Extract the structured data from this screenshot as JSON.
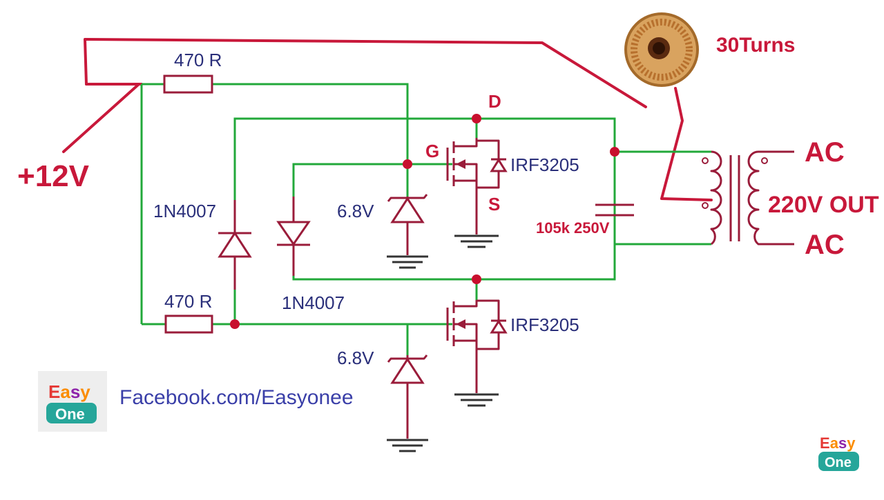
{
  "labels": {
    "supply": "+12V",
    "resistor_top": "470 R",
    "resistor_bottom": "470 R",
    "diode_left": "1N4007",
    "diode_mid": "1N4007",
    "zener_top": "6.8V",
    "zener_bottom": "6.8V",
    "mosfet_top": "IRF3205",
    "mosfet_bottom": "IRF3205",
    "gate": "G",
    "drain": "D",
    "source": "S",
    "capacitor": "105k 250V",
    "coil": "30Turns",
    "ac_top": "AC",
    "ac_bottom": "AC",
    "output": "220V OUT",
    "facebook": "Facebook.com/Easyonee"
  },
  "logo": {
    "line1": "Easy",
    "line2": "One",
    "colors": [
      "#e53935",
      "#fb8c00",
      "#8e24aa"
    ],
    "badge_color": "#26a69a"
  },
  "colors": {
    "wire_supply": "#c8183a",
    "wire_signal": "#22a83a",
    "component": "#9a1c3a",
    "text": "#2a2f7a"
  }
}
